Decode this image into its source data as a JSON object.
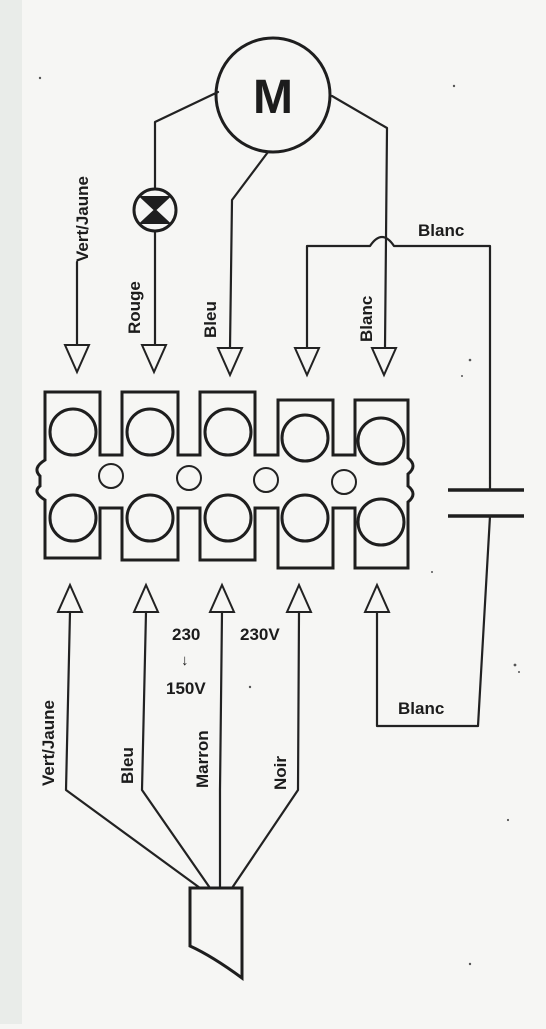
{
  "motor": {
    "symbol": "M"
  },
  "top_labels": {
    "verte_jaune": "Vert/Jaune",
    "rouge": "Rouge",
    "bleu": "Bleu",
    "blanc": "Blanc",
    "blanc_upper": "Blanc"
  },
  "bottom_labels": {
    "verte_jaune": "Vert/Jaune",
    "bleu": "Bleu",
    "marron": "Marron",
    "noir": "Noir",
    "blanc_lower": "Blanc"
  },
  "voltage_labels": {
    "v230_a": "230",
    "arrow": "↓",
    "v150": "150V",
    "v230v": "230V"
  },
  "colors": {
    "ink": "#1e1e1e",
    "paper": "#f6f6f4"
  }
}
